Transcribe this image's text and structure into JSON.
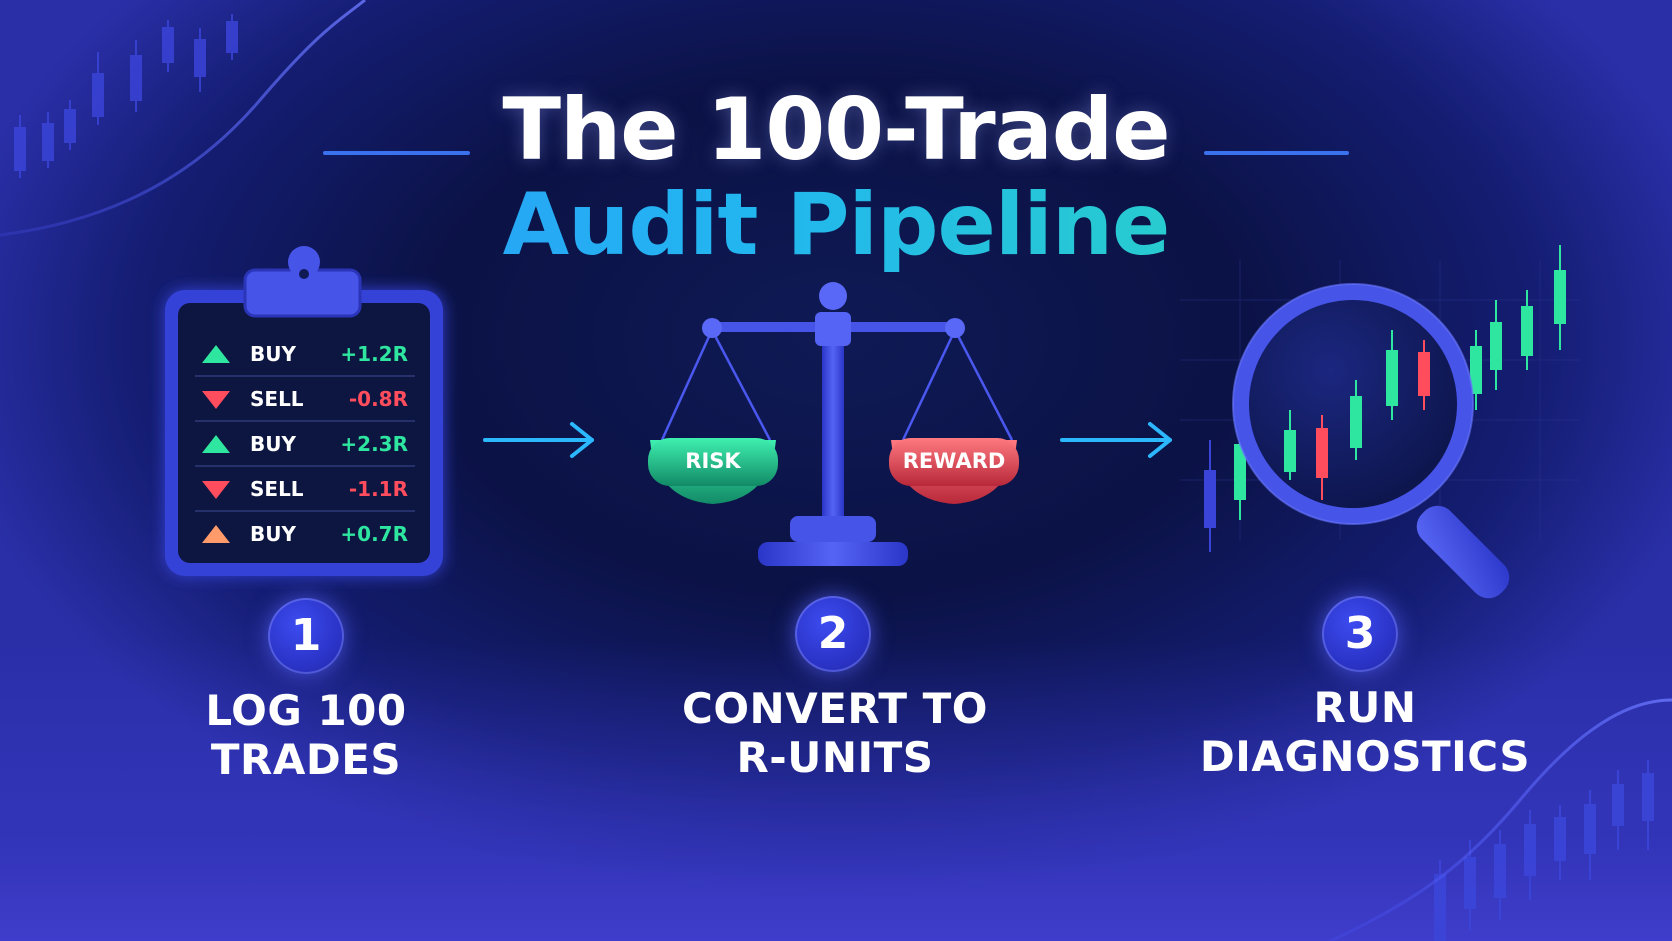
{
  "title": {
    "line1": "The 100-Trade",
    "line2": "Audit Pipeline"
  },
  "trades": [
    {
      "side": "BUY",
      "result": "+1.2R",
      "direction": "up"
    },
    {
      "side": "SELL",
      "result": "-0.8R",
      "direction": "down"
    },
    {
      "side": "BUY",
      "result": "+2.3R",
      "direction": "up"
    },
    {
      "side": "SELL",
      "result": "-1.1R",
      "direction": "down"
    },
    {
      "side": "BUY",
      "result": "+0.7R",
      "direction": "neutral"
    }
  ],
  "scale": {
    "left_pan": "RISK",
    "right_pan": "REWARD"
  },
  "steps": [
    {
      "number": "1",
      "line1": "LOG 100",
      "line2": "TRADES"
    },
    {
      "number": "2",
      "line1": "CONVERT TO",
      "line2": "R-UNITS"
    },
    {
      "number": "3",
      "line1": "RUN",
      "line2": "DIAGNOSTICS"
    }
  ],
  "colors": {
    "background": "#0b1245",
    "accent_blue": "#3d4cf0",
    "positive": "#2ee6a0",
    "negative": "#ff4d5e",
    "arrow": "#2bb8ff"
  },
  "icons": [
    "clipboard-icon",
    "balance-scale-icon",
    "magnifier-icon",
    "arrow-right-icon",
    "candlestick-chart-icon"
  ]
}
